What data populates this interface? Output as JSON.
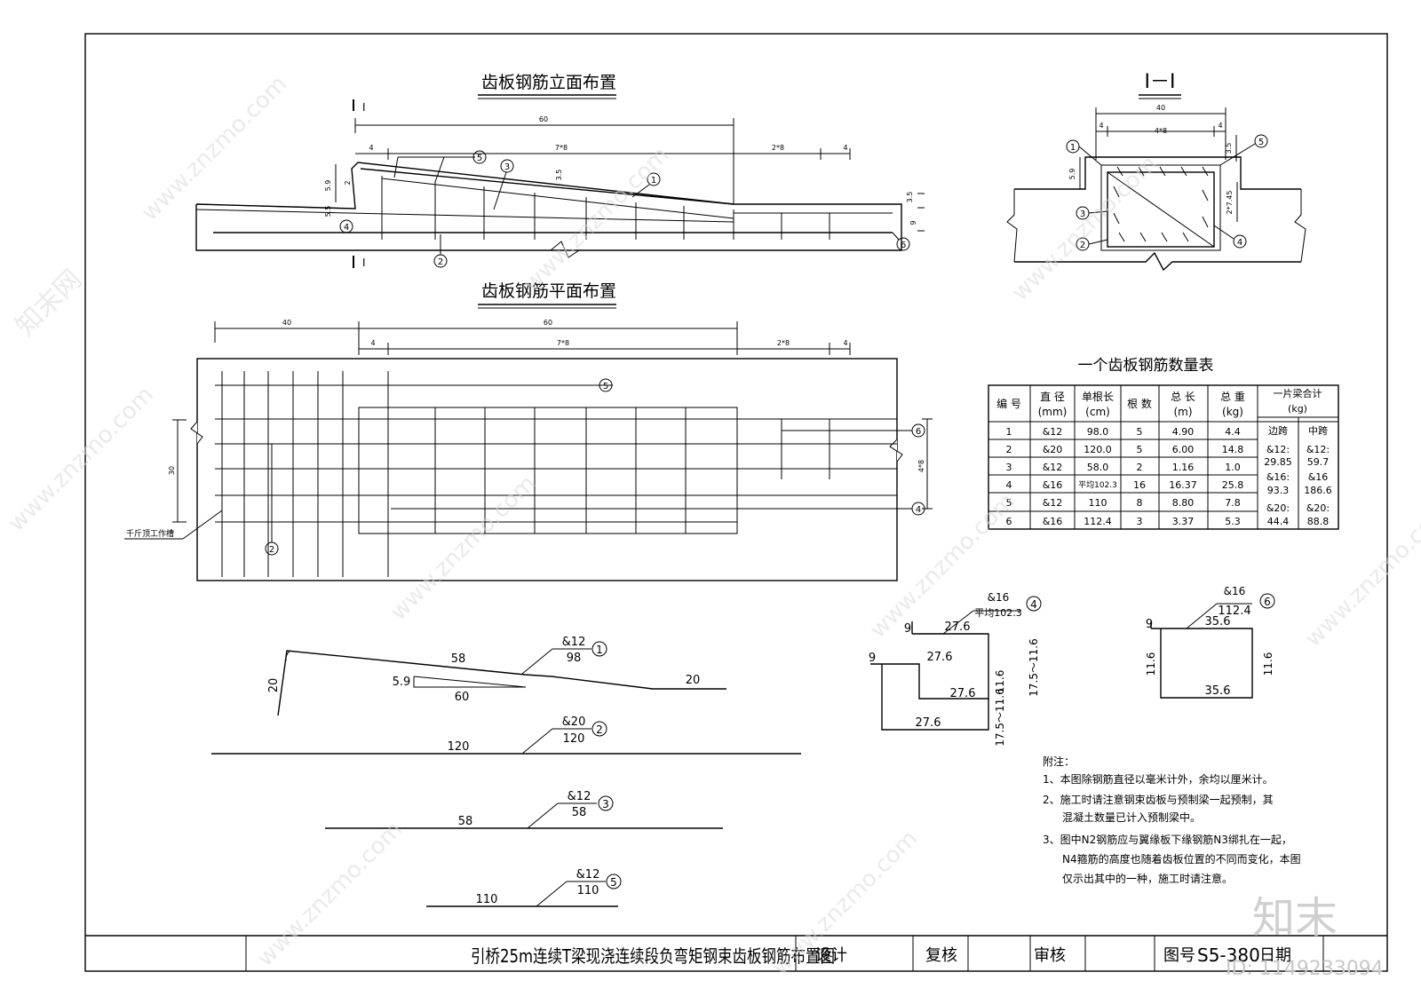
{
  "elevation": {
    "title": "齿板钢筋立面布置",
    "section_mark": "I",
    "dims": {
      "total": "60",
      "d4a": "4",
      "d7x8": "7*8",
      "d2x8": "2*8",
      "d4b": "4"
    },
    "small_dims": {
      "d59": "5.9",
      "d2": "2",
      "d55": "5.5",
      "d35": "3.5",
      "d35r": "3.5",
      "d9r": "9"
    },
    "callouts": {
      "c1": "1",
      "c2": "2",
      "c3": "3",
      "c4": "4",
      "c5": "5",
      "c6": "6"
    }
  },
  "plan": {
    "title": "齿板钢筋平面布置",
    "dims": {
      "left": "40",
      "total": "60",
      "d4a": "4",
      "d7x8": "7*8",
      "d2x8": "2*8",
      "d4b": "4",
      "height": "30",
      "right": "4*8"
    },
    "jack_label": "千斤顶工作槽",
    "callouts": {
      "c5": "5",
      "c6": "6",
      "c4": "4",
      "c2": "2"
    }
  },
  "section": {
    "title": "I－I",
    "dims": {
      "width": "40",
      "d4": "4",
      "d4x8": "4*8",
      "d4r": "4",
      "d59": "5.9",
      "d35": "3.5",
      "d2x745": "2*7.45"
    },
    "callouts": {
      "c1": "1",
      "c3": "3",
      "c2": "2",
      "c5": "5",
      "c4": "4"
    }
  },
  "table": {
    "title": "一个齿板钢筋数量表",
    "headers": {
      "no": "编 号",
      "dia": "直 径",
      "dia_unit": "(mm)",
      "len": "单根长",
      "len_unit": "(cm)",
      "count": "根 数",
      "total_len": "总 长",
      "total_len_unit": "(m)",
      "weight": "总 重",
      "weight_unit": "(kg)",
      "beam_total": "一片梁合计",
      "beam_unit": "(kg)",
      "edge": "边跨",
      "mid": "中跨"
    },
    "rows": [
      {
        "no": "1",
        "dia": "&12",
        "len": "98.0",
        "count": "5",
        "total": "4.90",
        "weight": "4.4"
      },
      {
        "no": "2",
        "dia": "&20",
        "len": "120.0",
        "count": "5",
        "total": "6.00",
        "weight": "14.8"
      },
      {
        "no": "3",
        "dia": "&12",
        "len": "58.0",
        "count": "2",
        "total": "1.16",
        "weight": "1.0"
      },
      {
        "no": "4",
        "dia": "&16",
        "len": "平均102.3",
        "count": "16",
        "total": "16.37",
        "weight": "25.8"
      },
      {
        "no": "5",
        "dia": "&12",
        "len": "110",
        "count": "8",
        "total": "8.80",
        "weight": "7.8"
      },
      {
        "no": "6",
        "dia": "&16",
        "len": "112.4",
        "count": "3",
        "total": "3.37",
        "weight": "5.3"
      }
    ],
    "edge_lines": [
      "&12:",
      "29.85",
      "&16:",
      "93.3",
      "&20:",
      "44.4"
    ],
    "mid_lines": [
      "&12:",
      "59.7",
      "&16",
      "186.6",
      "&20:",
      "88.8"
    ]
  },
  "bars": {
    "b1": {
      "spec": "&12",
      "len": "98",
      "no": "1",
      "seg1": "58",
      "seg2": "20",
      "left": "20",
      "small": "5.9",
      "small_len": "60"
    },
    "b2": {
      "spec": "&20",
      "len": "120",
      "no": "2",
      "seg": "120"
    },
    "b3": {
      "spec": "&12",
      "len": "58",
      "no": "3",
      "seg": "58"
    },
    "b5": {
      "spec": "&12",
      "len": "110",
      "no": "5",
      "seg": "110"
    },
    "b4": {
      "spec": "&16",
      "len": "平均102.3",
      "no": "4",
      "top": "27.6",
      "mid": "27.6",
      "inner": "27.6",
      "bottom": "27.6",
      "h": "11.6",
      "hr": "17.5～11.6",
      "hb": "17.5～11.6",
      "t9": "9",
      "l9": "9"
    },
    "b6": {
      "spec": "&16",
      "len": "112.4",
      "no": "6",
      "top": "35.6",
      "bottom": "35.6",
      "left": "11.6",
      "right": "11.6",
      "t9": "9"
    }
  },
  "notes": {
    "title": "附注：",
    "lines": [
      "1、本图除钢筋直径以毫米计外，余均以厘米计。",
      "2、施工时请注意钢束齿板与预制梁一起预制，其",
      "混凝土数量已计入预制梁中。",
      "3、图中N2钢筋应与翼缘板下缘钢筋N3绑扎在一起，",
      "N4箍筋的高度也随着齿板位置的不同而变化，本图",
      "仅示出其中的一种，施工时请注意。"
    ]
  },
  "title_block": {
    "drawing_title": "引桥25m连续T梁现浇连续段负弯矩钢束齿板钢筋布置图",
    "design": "设计",
    "review": "复核",
    "approve": "审核",
    "drawing_no_label": "图号",
    "drawing_no": "S5-380",
    "date_label": "日期"
  },
  "watermark": {
    "url": "www.znzmo.com",
    "brand_cn": "知末网",
    "logo": "知末",
    "id": "ID: 1149233094"
  }
}
